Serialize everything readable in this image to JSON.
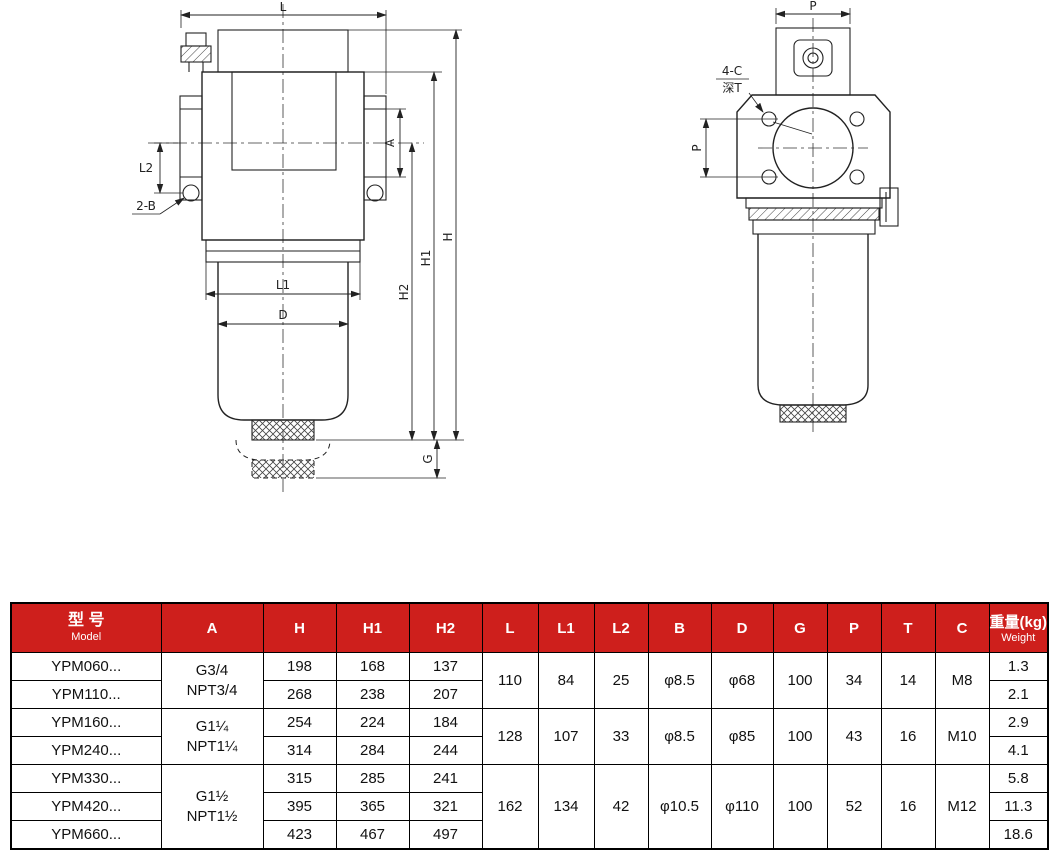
{
  "colors": {
    "table_header_bg": "#ce1f1c",
    "table_header_text": "#ffffff"
  },
  "drawings": {
    "left": {
      "dim_l": "L",
      "dim_l1": "L1",
      "dim_l2": "L2",
      "dim_a": "A",
      "dim_d": "D",
      "dim_g": "G",
      "dim_h": "H",
      "dim_h1": "H1",
      "dim_h2": "H2",
      "hole_callout": "2-B"
    },
    "right": {
      "dim_p_top": "P",
      "dim_p_side": "P",
      "hole_callout": "4-C",
      "depth_callout": "深T"
    }
  },
  "table": {
    "header": {
      "model_cn": "型 号",
      "model_en": "Model",
      "a": "A",
      "h": "H",
      "h1": "H1",
      "h2": "H2",
      "l": "L",
      "l1": "L1",
      "l2": "L2",
      "b": "B",
      "d": "D",
      "g": "G",
      "p": "P",
      "t": "T",
      "c": "C",
      "weight_cn": "重量(kg)",
      "weight_en": "Weight"
    },
    "groups": [
      {
        "a1": "G3/4",
        "a2": "NPT3/4",
        "l": "110",
        "l1": "84",
        "l2": "25",
        "b": "φ8.5",
        "d": "φ68",
        "g": "100",
        "p": "34",
        "t": "14",
        "c": "M8",
        "rows": [
          {
            "model": "YPM060...",
            "h": "198",
            "h1": "168",
            "h2": "137",
            "w": "1.3"
          },
          {
            "model": "YPM110...",
            "h": "268",
            "h1": "238",
            "h2": "207",
            "w": "2.1"
          }
        ]
      },
      {
        "a1": "G1¼",
        "a2": "NPT1¼",
        "l": "128",
        "l1": "107",
        "l2": "33",
        "b": "φ8.5",
        "d": "φ85",
        "g": "100",
        "p": "43",
        "t": "16",
        "c": "M10",
        "rows": [
          {
            "model": "YPM160...",
            "h": "254",
            "h1": "224",
            "h2": "184",
            "w": "2.9"
          },
          {
            "model": "YPM240...",
            "h": "314",
            "h1": "284",
            "h2": "244",
            "w": "4.1"
          }
        ]
      },
      {
        "a1": "G1½",
        "a2": "NPT1½",
        "l": "162",
        "l1": "134",
        "l2": "42",
        "b": "φ10.5",
        "d": "φ110",
        "g": "100",
        "p": "52",
        "t": "16",
        "c": "M12",
        "rows": [
          {
            "model": "YPM330...",
            "h": "315",
            "h1": "285",
            "h2": "241",
            "w": "5.8"
          },
          {
            "model": "YPM420...",
            "h": "395",
            "h1": "365",
            "h2": "321",
            "w": "11.3"
          },
          {
            "model": "YPM660...",
            "h": "423",
            "h1": "467",
            "h2": "497",
            "w": "18.6"
          }
        ]
      }
    ]
  }
}
